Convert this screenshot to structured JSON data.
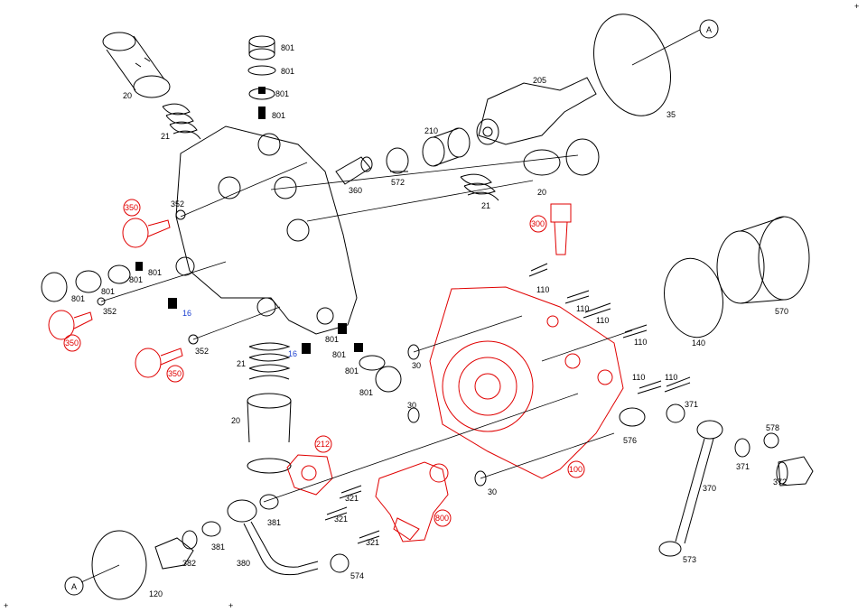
{
  "diagram": {
    "corner_marks": [
      "+",
      "+",
      "+"
    ],
    "callouts": {
      "A_top": "A",
      "A_bottom": "A"
    },
    "labels_black": {
      "p20_top": "20",
      "p21_top": "21",
      "p801_a": "801",
      "p801_b": "801",
      "p801_c": "801",
      "p801_d": "801",
      "p205": "205",
      "p35": "35",
      "p210": "210",
      "p572": "572",
      "p360": "360",
      "p21_mid": "21",
      "p20_mid": "20",
      "p352_a": "352",
      "p801_e": "801",
      "p801_f": "801",
      "p801_g": "801",
      "p352_b": "352",
      "p352_c": "352",
      "p21_low": "21",
      "p20_low": "20",
      "p801_h": "801",
      "p801_i": "801",
      "p801_j": "801",
      "p110_a": "110",
      "p110_b": "110",
      "p110_c": "110",
      "p110_d": "110",
      "p140": "140",
      "p570": "570",
      "p30_a": "30",
      "p30_b": "30",
      "p30_c": "30",
      "p110_e": "110",
      "p110_f": "110",
      "p371_a": "371",
      "p371_b": "371",
      "p576": "576",
      "p578": "578",
      "p372": "372",
      "p370": "370",
      "p573": "573",
      "p321_a": "321",
      "p321_b": "321",
      "p321_c": "321",
      "p381_a": "381",
      "p381_b": "381",
      "p382": "382",
      "p380": "380",
      "p574": "574",
      "p120": "120"
    },
    "labels_red": {
      "p350_a": "350",
      "p350_b": "350",
      "p350_c": "350",
      "p300": "300",
      "p212": "212",
      "p100": "100",
      "p800": "800"
    },
    "labels_blue": {
      "p16_a": "16",
      "p16_b": "16"
    },
    "colors": {
      "line": "#000000",
      "highlight": "#e00000",
      "accent_blue": "#1a3fd0",
      "background": "#ffffff"
    }
  }
}
